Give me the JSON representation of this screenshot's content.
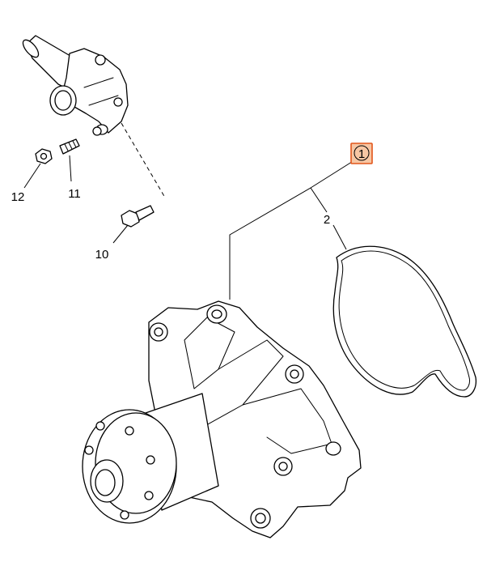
{
  "diagram": {
    "callouts": [
      {
        "id": "1",
        "label": "1",
        "highlighted": true
      },
      {
        "id": "2",
        "label": "2",
        "highlighted": false
      },
      {
        "id": "10",
        "label": "10",
        "highlighted": false
      },
      {
        "id": "11",
        "label": "11",
        "highlighted": false
      },
      {
        "id": "12",
        "label": "12",
        "highlighted": false
      }
    ],
    "colors": {
      "line": "#000000",
      "highlight_fill": "#f7c6a3",
      "highlight_stroke": "#e2561b",
      "background": "#ffffff"
    }
  }
}
